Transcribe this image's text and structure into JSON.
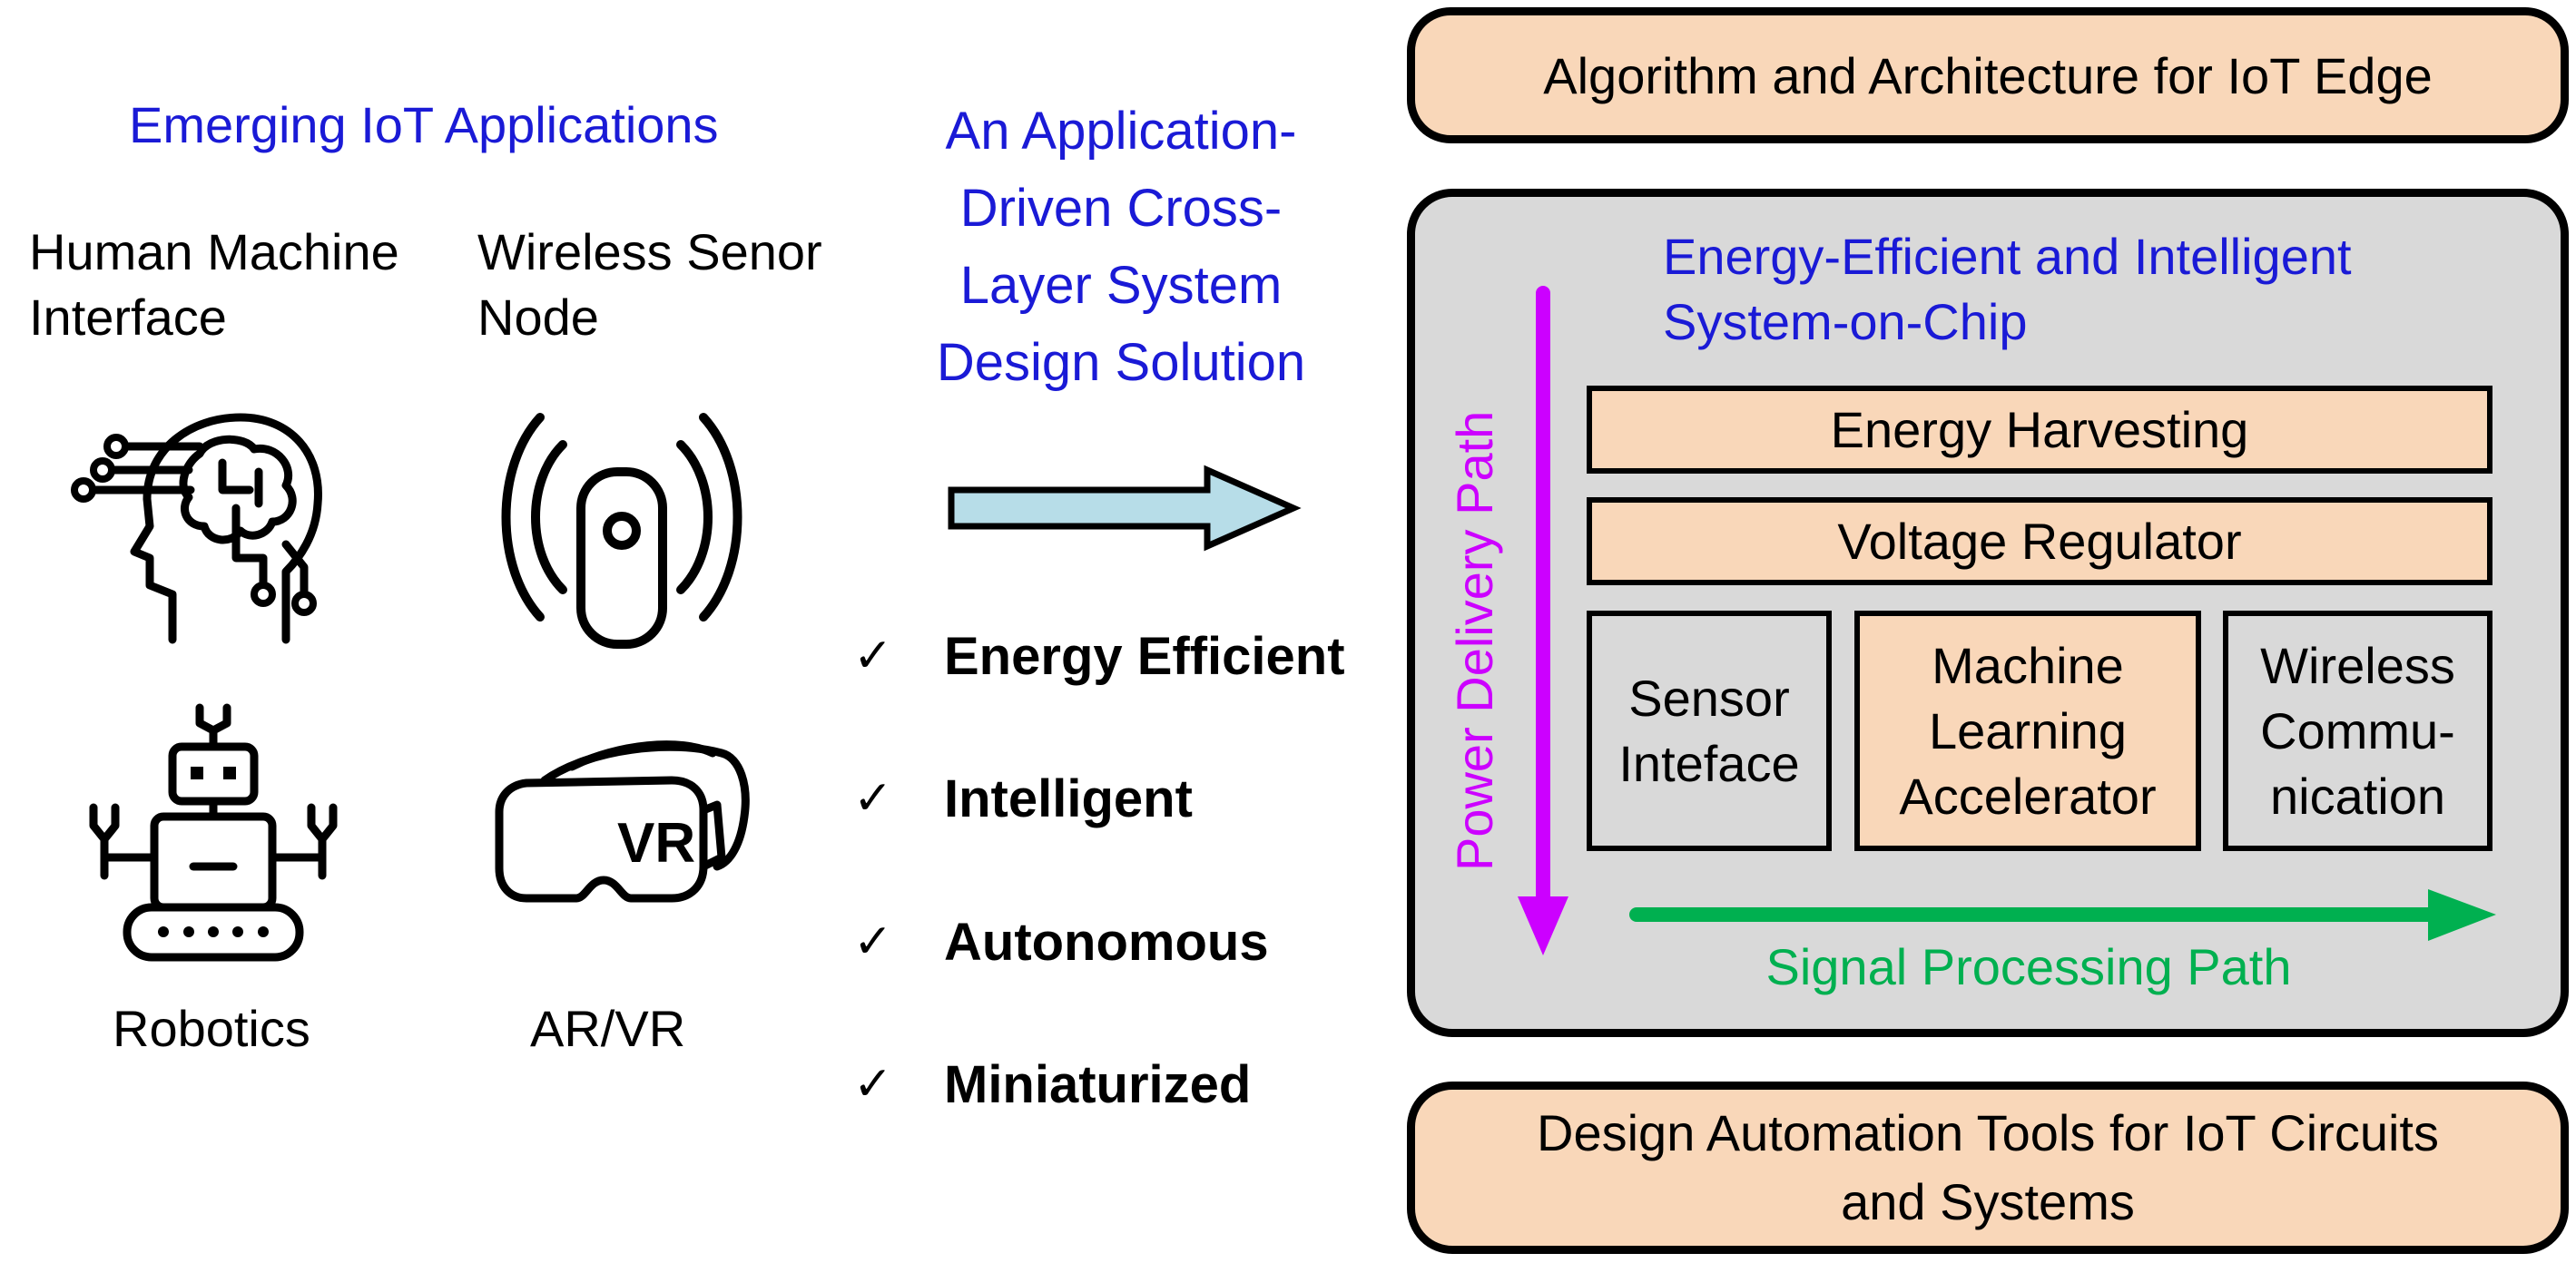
{
  "left": {
    "heading": "Emerging IoT Applications",
    "apps": [
      {
        "line1": "Human Machine",
        "line2": "Interface",
        "icon": "brain-head-icon"
      },
      {
        "line1": "Wireless Senor",
        "line2": "Node",
        "icon": "wireless-node-icon"
      },
      {
        "label": "Robotics",
        "icon": "robot-icon"
      },
      {
        "label": "AR/VR",
        "icon": "vr-headset-icon",
        "icon_text": "VR"
      }
    ]
  },
  "middle": {
    "solution_lines": [
      "An Application-",
      "Driven Cross-",
      "Layer System",
      "Design Solution"
    ],
    "check_mark": "✓",
    "features": [
      "Energy Efficient",
      "Intelligent",
      "Autonomous",
      "Miniaturized"
    ]
  },
  "right": {
    "top_box": "Algorithm and Architecture for IoT Edge",
    "soc_title_line1": "Energy-Efficient and Intelligent",
    "soc_title_line2": "System-on-Chip",
    "energy_harvesting": "Energy Harvesting",
    "voltage_regulator": "Voltage Regulator",
    "sensor_interface": [
      "Sensor",
      "Inteface"
    ],
    "ml_accelerator": [
      "Machine",
      "Learning",
      "Accelerator"
    ],
    "wireless_comm": [
      "Wireless",
      "Commu-",
      "nication"
    ],
    "power_path": "Power Delivery Path",
    "signal_path": "Signal Processing Path",
    "bottom_box_line1": "Design Automation Tools for IoT Circuits",
    "bottom_box_line2": "and Systems"
  },
  "colors": {
    "heading_blue": "#1a1ad6",
    "peach": "#f9d7b9",
    "soc_gray": "#d9d9d9",
    "power_magenta": "#cc00ff",
    "signal_green": "#00b050",
    "arrow_light_blue": "#b7dde8"
  }
}
